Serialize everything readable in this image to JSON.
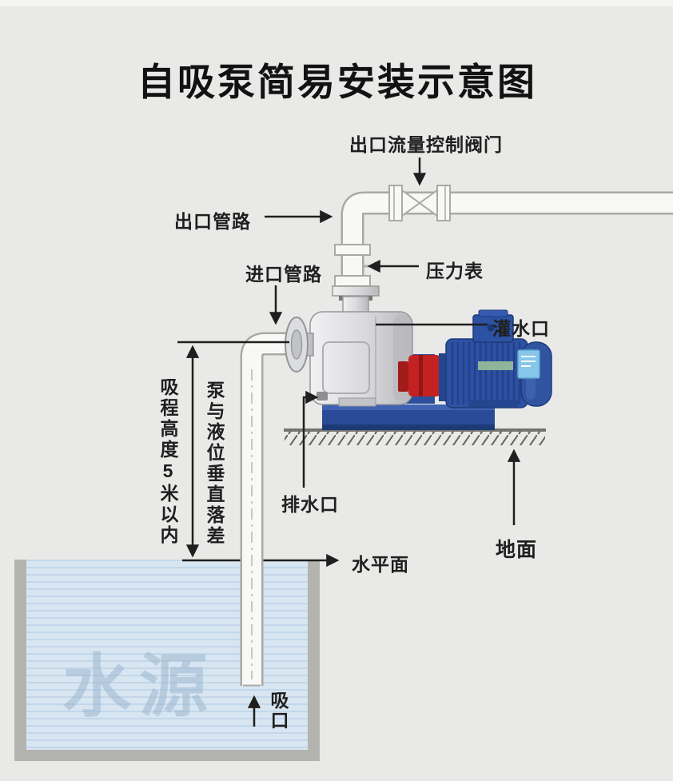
{
  "title": "自吸泵简易安装示意图",
  "labels": {
    "outlet_valve": "出口流量控制阀门",
    "outlet_pipe": "出口管路",
    "inlet_pipe": "进口管路",
    "pressure_gauge": "压力表",
    "fill_port": "灌水口",
    "drain_port": "排水口",
    "suction_height": "吸程高度5米以内",
    "vertical_drop": "泵与液位垂直落差",
    "water_level": "水平面",
    "ground": "地面",
    "water_source": "水源",
    "suction_port": "吸口"
  },
  "colors": {
    "background": "#e9e9e7",
    "line": "#1f1f1f",
    "pipe_fill": "#f8f8f6",
    "pipe_stroke": "#a9a9a5",
    "tank_wall": "#b3b3af",
    "water": "#d8e6f2",
    "water_stripe": "#c2d7e9",
    "watermark": "#9db8ce",
    "pump_silver": "#d9dadc",
    "pump_blue": "#2d51a3",
    "base_blue": "#2a4b97",
    "coupling_red": "#c42121",
    "motor_label_blue": "#85c6ea"
  }
}
